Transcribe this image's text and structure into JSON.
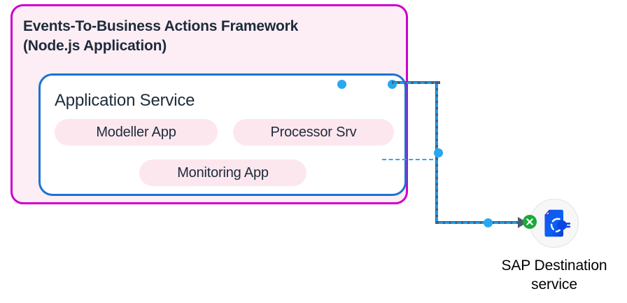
{
  "diagram": {
    "framework": {
      "title": "Events-To-Business Actions Framework\n(Node.js Application)",
      "border_color": "#cc00cc",
      "fill_color": "#fdeef5"
    },
    "application_service": {
      "title": "Application Service",
      "border_color": "#1a73d4",
      "fill_color": "#ffffff",
      "components": [
        {
          "label": "Modeller App"
        },
        {
          "label": "Processor Srv"
        },
        {
          "label": "Monitoring App"
        }
      ]
    },
    "connector": {
      "line_color": "#4a5b6e",
      "dash_color": "#1e9bef",
      "handle_color": "#29a8ef",
      "style": "dashed-orthogonal",
      "direction": "application-service-to-destination"
    },
    "destination": {
      "label": "SAP Destination\nservice",
      "icon": "destination-plug-document-icon",
      "icon_color": "#0a5bf0",
      "status_badge": {
        "name": "green-x-status-icon",
        "color": "#1aa93a",
        "glyph": "✕"
      }
    }
  }
}
